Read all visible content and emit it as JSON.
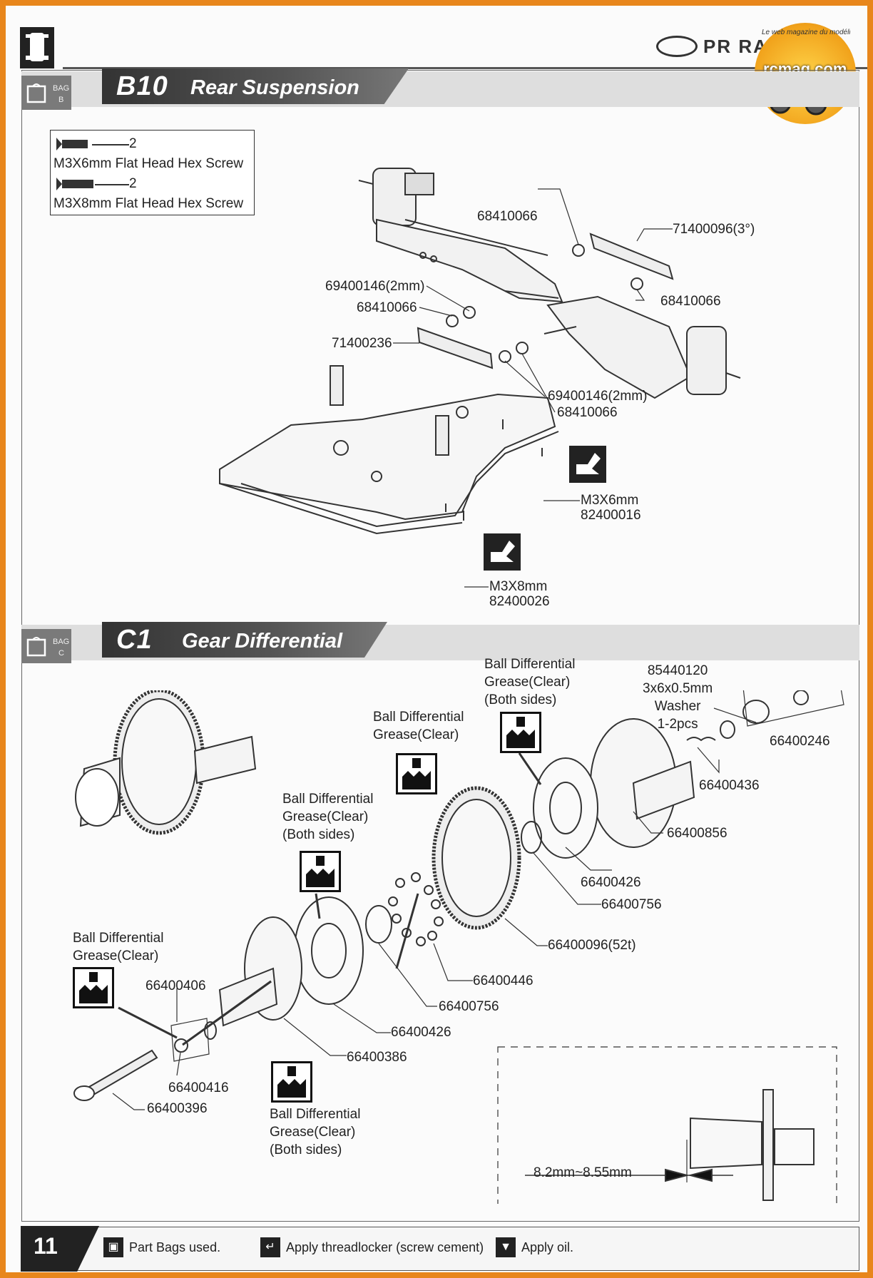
{
  "header": {
    "brand": "PR RACING",
    "watermark_tagline": "Le web magazine du modélisme",
    "watermark_site": "rcmag.com"
  },
  "section_b10": {
    "bag_label": "BAG",
    "bag_letter": "B",
    "code": "B10",
    "title": "Rear Suspension",
    "screw_box": [
      {
        "qty": "2",
        "name": "M3X6mm Flat Head Hex Screw"
      },
      {
        "qty": "2",
        "name": "M3X8mm Flat Head Hex Screw"
      }
    ],
    "labels": {
      "l1": "68410066",
      "l2": "71400096(3°)",
      "l3": "69400146(2mm)",
      "l4": "68410066",
      "l5": "68410066",
      "l6": "71400236",
      "l7": "69400146(2mm)",
      "l8": "68410066",
      "s1a": "M3X6mm",
      "s1b": "82400016",
      "s2a": "M3X8mm",
      "s2b": "82400026"
    }
  },
  "section_c1": {
    "bag_label": "BAG",
    "bag_letter": "C",
    "code": "C1",
    "title": "Gear Differential",
    "grease": {
      "g1": [
        "Ball Differential",
        "Grease(Clear)",
        "(Both sides)"
      ],
      "g2": [
        "Ball Differential",
        "Grease(Clear)"
      ],
      "g3": [
        "Ball Differential",
        "Grease(Clear)",
        "(Both sides)"
      ],
      "g4": [
        "Ball Differential",
        "Grease(Clear)"
      ],
      "g5": [
        "Ball Differential",
        "Grease(Clear)",
        "(Both sides)"
      ]
    },
    "washer": [
      "85440120",
      "3x6x0.5mm",
      "Washer",
      "1-2pcs"
    ],
    "parts": {
      "p66400246": "66400246",
      "p66400436": "66400436",
      "p66400856": "66400856",
      "p66400426a": "66400426",
      "p66400756a": "66400756",
      "p66400096": "66400096(52t)",
      "p66400446": "66400446",
      "p66400756b": "66400756",
      "p66400426b": "66400426",
      "p66400386": "66400386",
      "p66400406": "66400406",
      "p66400416": "66400416",
      "p66400396": "66400396"
    },
    "measurement": "8.2mm~8.55mm"
  },
  "footer": {
    "page_number": "11",
    "legend_bags": "Part Bags used.",
    "legend_threadlocker": "Apply threadlocker (screw cement)",
    "legend_oil": "Apply oil."
  },
  "colors": {
    "border": "#e8861c",
    "title_bar": "#444444",
    "page": "#fbfbfb"
  }
}
